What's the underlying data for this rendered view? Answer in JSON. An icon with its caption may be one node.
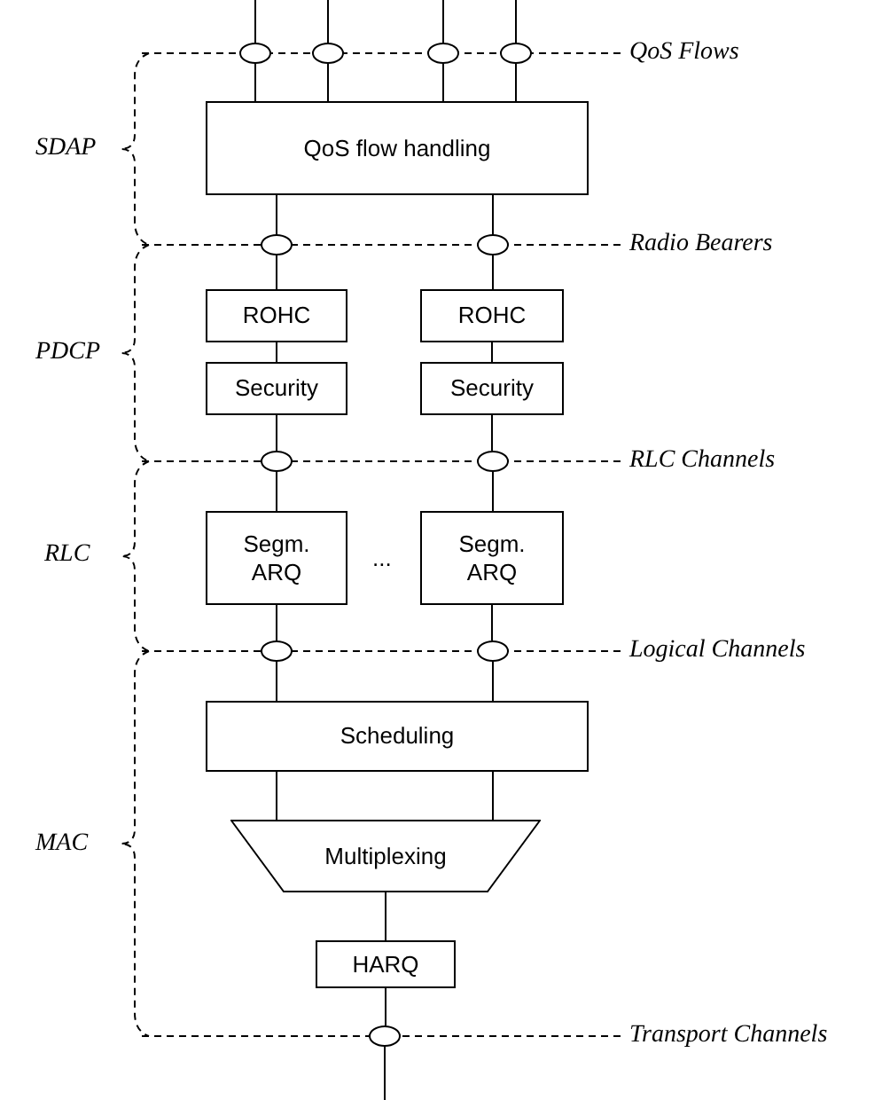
{
  "diagram": {
    "nodes": [
      {
        "text": [],
        "shape": "ellipse"
      },
      {
        "text": [],
        "shape": "ellipse"
      },
      {
        "text": [],
        "shape": "ellipse"
      },
      {
        "text": [],
        "shape": "ellipse"
      },
      {
        "text": [
          "QoS flow handling"
        ]
      },
      {
        "text": [],
        "shape": "ellipse"
      },
      {
        "text": [],
        "shape": "ellipse"
      },
      {
        "text": [
          "ROHC"
        ]
      },
      {
        "text": [
          "ROHC"
        ]
      },
      {
        "text": [
          "Security"
        ]
      },
      {
        "text": [
          "Security"
        ]
      },
      {
        "text": [],
        "shape": "ellipse"
      },
      {
        "text": [],
        "shape": "ellipse"
      },
      {
        "text": [
          "Segm. ARQ"
        ]
      },
      {
        "text": [
          "Segm. ARQ"
        ]
      },
      {
        "text": [],
        "shape": "ellipse"
      },
      {
        "text": [],
        "shape": "ellipse"
      },
      {
        "text": [
          "Scheduling"
        ]
      },
      {
        "text": [
          "Multiplexing"
        ]
      },
      {
        "text": [
          "HARQ"
        ]
      },
      {
        "text": [],
        "shape": "ellipse"
      }
    ],
    "edges": [
      {
        "from": null,
        "to": 0,
        "arrow": "none"
      },
      {
        "from": null,
        "to": 1,
        "arrow": "none"
      },
      {
        "from": null,
        "to": 2,
        "arrow": "none"
      },
      {
        "from": null,
        "to": 3,
        "arrow": "none"
      },
      {
        "from": 0,
        "to": 4,
        "arrow": "none"
      },
      {
        "from": 1,
        "to": 4,
        "arrow": "none"
      },
      {
        "from": 2,
        "to": 4,
        "arrow": "none"
      },
      {
        "from": 3,
        "to": 4,
        "arrow": "none"
      },
      {
        "from": 4,
        "to": 5,
        "arrow": "none"
      },
      {
        "from": 4,
        "to": 6,
        "arrow": "none"
      },
      {
        "from": 5,
        "to": 7,
        "arrow": "none"
      },
      {
        "from": 6,
        "to": 8,
        "arrow": "none"
      },
      {
        "from": 7,
        "to": 9,
        "arrow": "none"
      },
      {
        "from": 8,
        "to": 10,
        "arrow": "none"
      },
      {
        "from": 9,
        "to": 11,
        "arrow": "none"
      },
      {
        "from": 10,
        "to": 12,
        "arrow": "none"
      },
      {
        "from": 11,
        "to": 13,
        "arrow": "none"
      },
      {
        "from": 12,
        "to": 14,
        "arrow": "none"
      },
      {
        "from": 13,
        "to": 15,
        "arrow": "none"
      },
      {
        "from": 14,
        "to": 16,
        "arrow": "none"
      },
      {
        "from": 15,
        "to": 17,
        "arrow": "none"
      },
      {
        "from": 16,
        "to": 17,
        "arrow": "none"
      },
      {
        "from": 17,
        "to": 18,
        "arrow": "none"
      },
      {
        "from": 17,
        "to": 18,
        "arrow": "none"
      },
      {
        "from": 18,
        "to": 19,
        "arrow": "none"
      },
      {
        "from": 19,
        "to": 20,
        "arrow": "none"
      },
      {
        "from": 20,
        "to": null,
        "arrow": "none"
      }
    ],
    "labels": [
      "QoS Flows",
      "SDAP",
      "Radio Bearers",
      "PDCP",
      "RLC Channels",
      "RLC",
      "...",
      "Logical Channels",
      "MAC",
      "Transport Channels"
    ]
  }
}
